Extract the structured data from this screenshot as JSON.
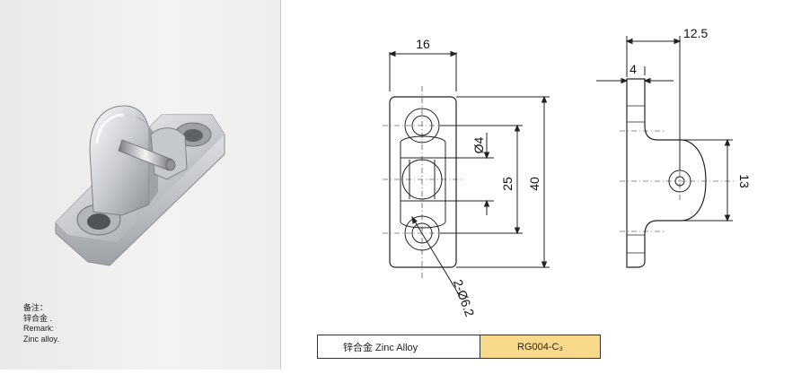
{
  "notes": {
    "note_label_cn": "备注：",
    "material_cn": "锌合金 .",
    "remark_label": "Remark:",
    "material_en": "Zinc alloy."
  },
  "dimensions": {
    "front_width": "16",
    "total_depth": "12.5",
    "plate_thickness": "4",
    "pin_diameter": "Ø4",
    "hole_spacing": "25",
    "total_length": "40",
    "hole_callout": "2-Ø6.2",
    "boss_height": "13"
  },
  "table": {
    "material": "锌合金 Zinc Alloy",
    "part_code": "RG004-C₃"
  }
}
